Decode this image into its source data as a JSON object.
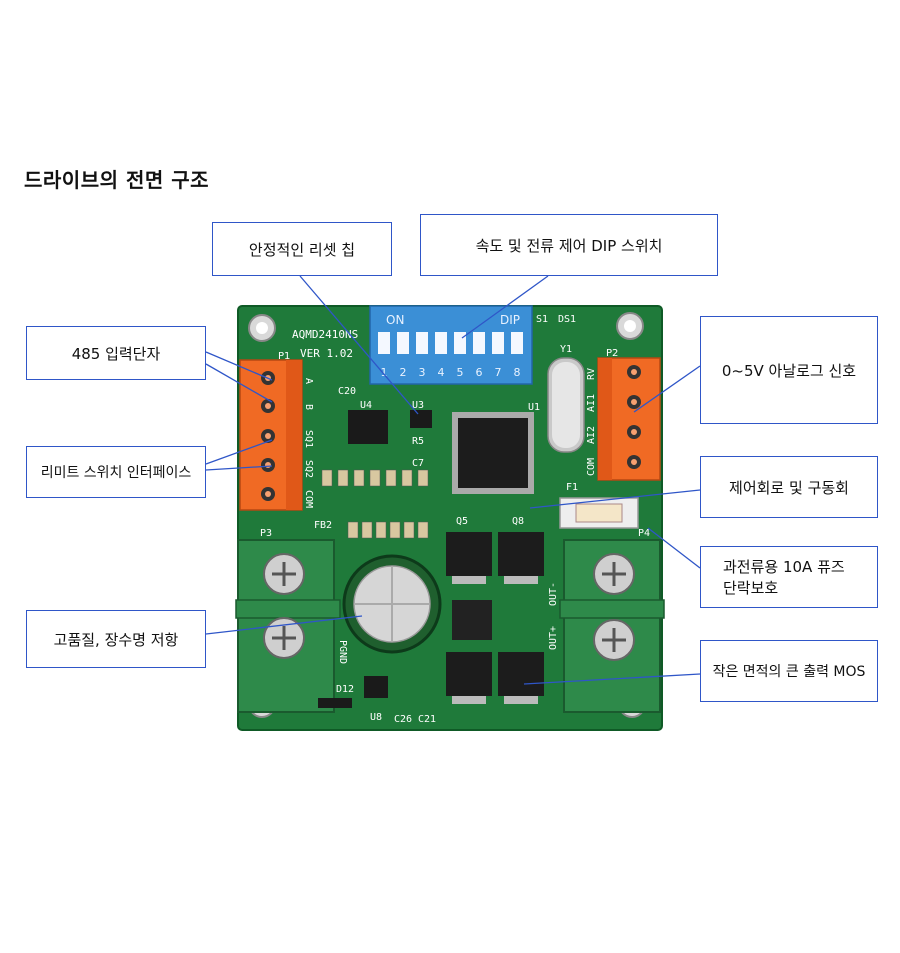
{
  "title": "드라이브의 전면 구조",
  "callouts": {
    "reset_chip": "안정적인 리셋 칩",
    "dip_switch": "속도 및 전류 제어 DIP 스위치",
    "input_485": "485 입력단자",
    "limit_switch": "리미트 스위치 인터페이스",
    "analog": "0~5V 아날로그 신호",
    "control": "제어회로 및 구동회",
    "fuse_line1": "과전류용 10A 퓨즈",
    "fuse_line2": "단락보호",
    "resistor": "고품질, 장수명 저항",
    "mos": "작은 면적의 큰 출력 MOS"
  },
  "board": {
    "model": "AQMD2410NS",
    "version": "VER 1.02",
    "dip_on": "ON",
    "dip_label": "DIP",
    "dip_numbers": [
      "1",
      "2",
      "3",
      "4",
      "5",
      "6",
      "7",
      "8"
    ],
    "labels": {
      "p1": "P1",
      "p2": "P2",
      "p3": "P3",
      "p4": "P4",
      "ds1": "DS1",
      "s1": "S1",
      "y1": "Y1",
      "u1": "U1",
      "u3": "U3",
      "u4": "U4",
      "r5": "R5",
      "c20": "C20",
      "c7": "C7",
      "f1": "F1",
      "q5": "Q5",
      "q8": "Q8",
      "d12": "D12",
      "u8": "U8",
      "c26": "C26",
      "c21": "C21",
      "fb2": "FB2",
      "pgnd": "PGND",
      "out_minus": "OUT-",
      "out_plus": "OUT+",
      "a": "A",
      "b": "B",
      "sq1": "SQ1",
      "sq2": "SQ2",
      "com": "COM",
      "rv": "RV",
      "ai1": "AI1",
      "ai2": "AI2",
      "com2": "COM"
    }
  },
  "colors": {
    "pcb": "#1f7a3a",
    "terminal_orange": "#f06a24",
    "terminal_green": "#2e8a4a",
    "dip_blue": "#3b8fd6",
    "callout_border": "#2f56c8"
  }
}
